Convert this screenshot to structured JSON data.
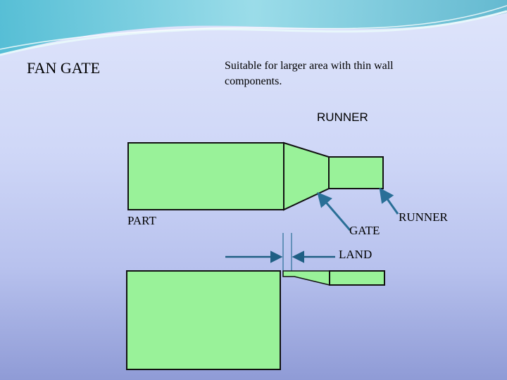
{
  "slide": {
    "title": "FAN GATE",
    "description": "Suitable for larger area with thin wall components."
  },
  "diagram": {
    "labels": {
      "runner_top": "RUNNER",
      "part": "PART",
      "gate": "GATE",
      "runner": "RUNNER",
      "land": "LAND"
    },
    "colors": {
      "fill": "#99f299",
      "stroke": "#111111",
      "arrow": "#2a6f97",
      "land_arrow": "#1f5f84",
      "swoosh": "#6fd0e0"
    }
  }
}
